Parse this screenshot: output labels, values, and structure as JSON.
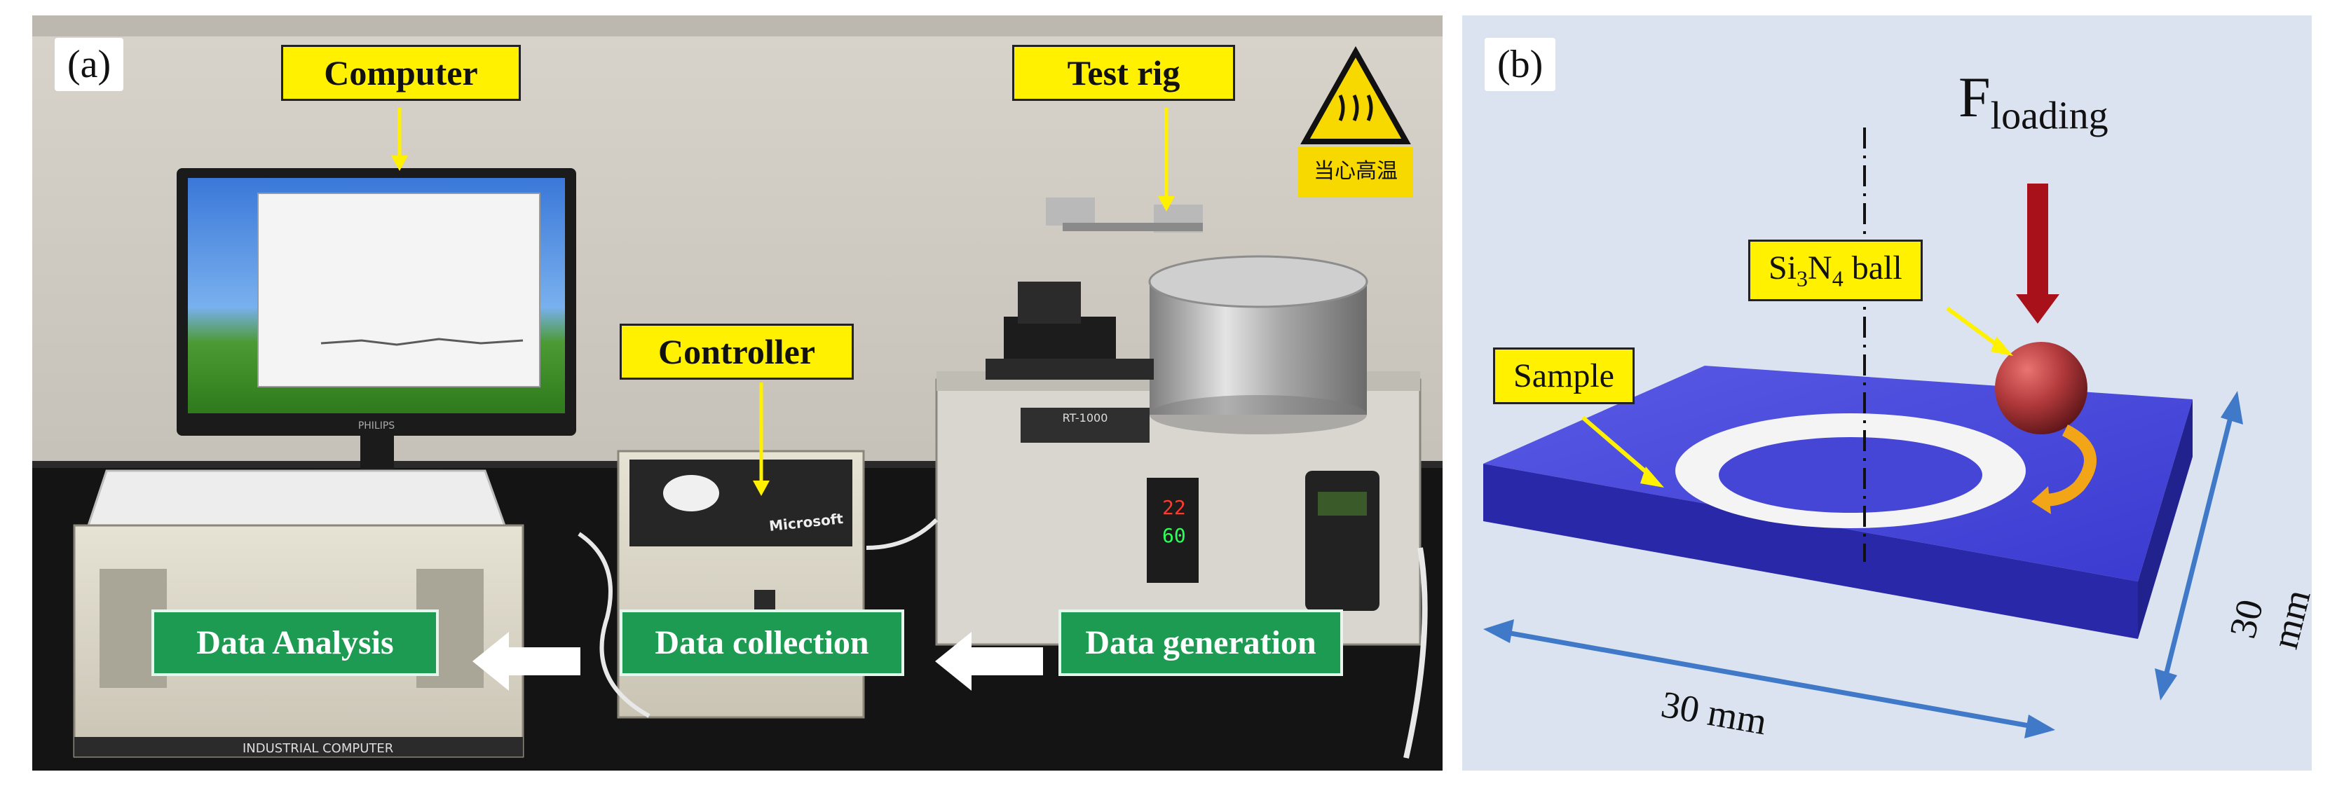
{
  "panel_a": {
    "label": "(a)",
    "callouts": {
      "computer": "Computer",
      "test_rig": "Test rig",
      "controller": "Controller"
    },
    "flow": {
      "analysis": "Data Analysis",
      "collection": "Data collection",
      "generation": "Data generation"
    },
    "hardware_text": {
      "monitor_brand": "PHILIPS",
      "mousepad_brand": "Microsoft",
      "pc_label": "INDUSTRIAL COMPUTER",
      "rig_model": "RT-1000",
      "warning_sign": "当心高温"
    }
  },
  "panel_b": {
    "label": "(b)",
    "force": {
      "main": "F",
      "sub": "loading"
    },
    "ball_label": {
      "prefix": "Si",
      "sub1": "3",
      "mid": "N",
      "sub2": "4",
      "suffix": " ball"
    },
    "sample_label": "Sample",
    "dim_x": "30 mm",
    "dim_y": "30 mm"
  },
  "colors": {
    "yellow_label": "#fff100",
    "green_label": "#1e9b52",
    "sample_blue": "#4141d6",
    "force_arrow": "#a8101a",
    "dimension_arrow": "#3f79c7",
    "rotation_arrow": "#f2a516"
  }
}
